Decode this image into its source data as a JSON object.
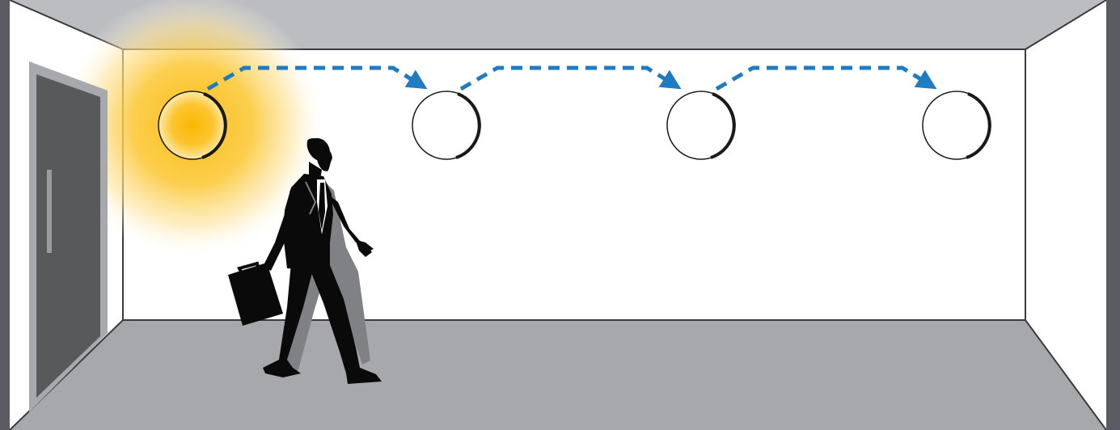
{
  "scene": {
    "description_type": "corridor-lighting-illustration",
    "fixtures": [
      {
        "id": "light-1",
        "state": "on"
      },
      {
        "id": "light-2",
        "state": "off"
      },
      {
        "id": "light-3",
        "state": "off"
      },
      {
        "id": "light-4",
        "state": "off"
      }
    ],
    "colors": {
      "frame": "#5b5c63",
      "ceiling": "#bcbdc0",
      "floor": "#a7a8ab",
      "wall": "#ffffff",
      "door": "#58595b",
      "door_frame": "#a7a9ac",
      "glow": "#fbc02d",
      "arrow": "#1f7cc0",
      "silhouette": "#0a0a0a",
      "silhouette_shadow": "#808184"
    }
  }
}
